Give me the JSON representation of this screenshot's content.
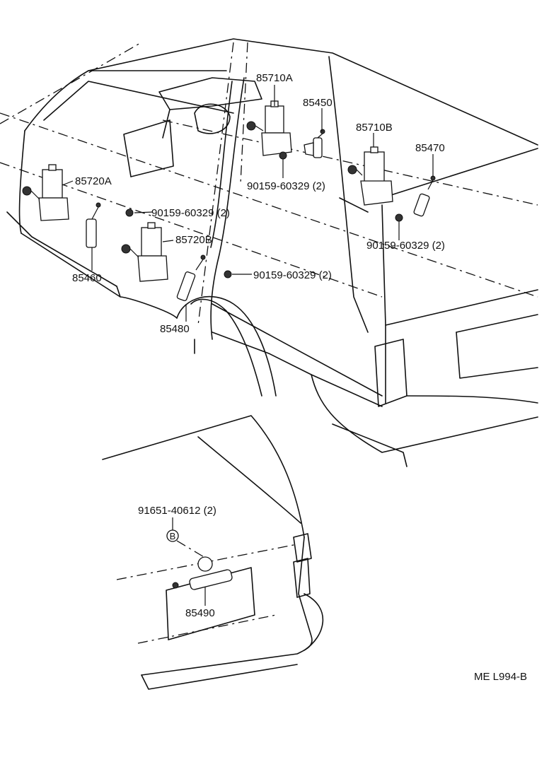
{
  "labels": {
    "p85710A": "85710A",
    "p85450": "85450",
    "p85710B": "85710B",
    "p85470": "85470",
    "p85720A": "85720A",
    "p85720B": "85720B",
    "p85460": "85460",
    "p85480": "85480",
    "p85490": "85490",
    "bolt_a": "90159-60329 (2)",
    "bolt_b": "90159-60329 (2)",
    "bolt_c": "90159-60329 (2)",
    "bolt_d": "90159-60329 (2)",
    "grommet": "91651-40612 (2)",
    "grommet_marker": "B",
    "code": "ME L994-B"
  }
}
